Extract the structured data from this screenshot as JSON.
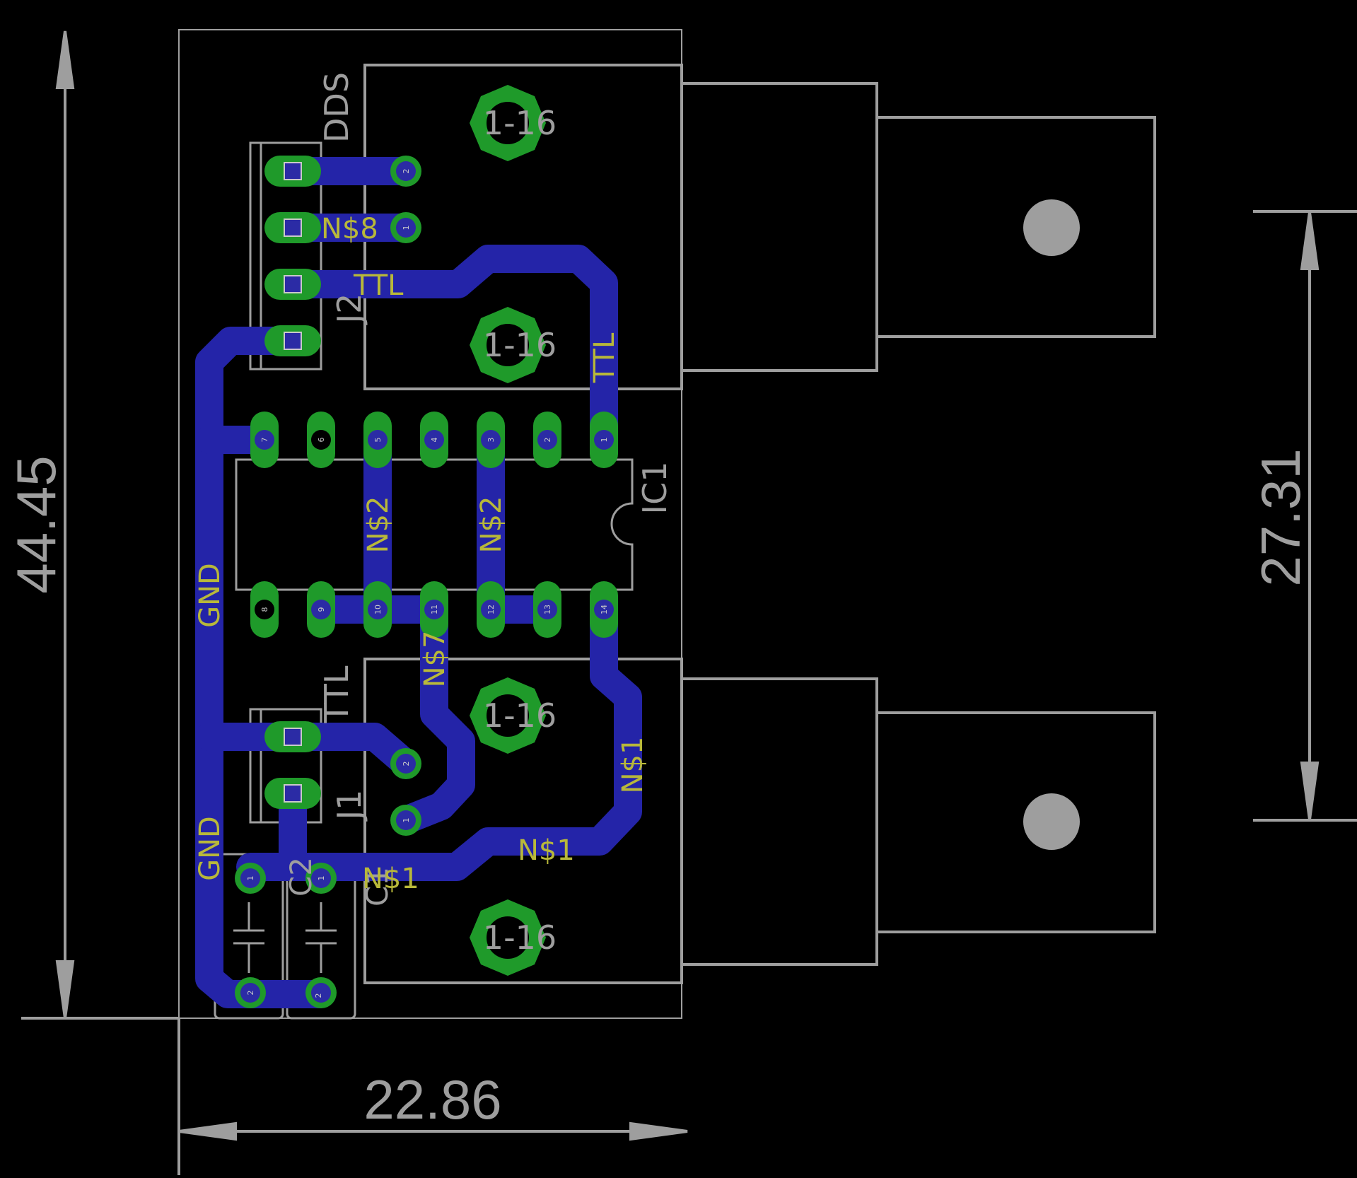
{
  "colors": {
    "background": "#000000",
    "outline": "#9e9e9e",
    "copper": "#2424a8",
    "pad": "#1f9a2a",
    "pad_center": "#2b2ba5",
    "label": "#b8b83a",
    "pin_text": "#c9c9c9"
  },
  "dimensions": {
    "board_height": "44.45",
    "board_width": "22.86",
    "connector_spacing": "27.31"
  },
  "components": {
    "connector_top_label": "DDS",
    "connector_bottom_label": "TTL",
    "header_top": "J2",
    "header_bottom": "J1",
    "ic": "IC1",
    "cap2": "C2",
    "cap1": "C1",
    "mount_hole_label": "1-16"
  },
  "nets": {
    "n8": "N$8",
    "ttl_a": "TTL",
    "ttl_b": "TTL",
    "gnd_a": "GND",
    "gnd_b": "GND",
    "n2_a": "N$2",
    "n2_b": "N$2",
    "n7": "N$7",
    "n1_a": "N$1",
    "n1_b": "N$1",
    "n1_c": "N$1"
  },
  "pins": {
    "ic_top": [
      "7",
      "6",
      "5",
      "4",
      "3",
      "2",
      "1"
    ],
    "ic_bottom": [
      "8",
      "9",
      "10",
      "11",
      "12",
      "13",
      "14"
    ],
    "j2_sma": [
      "2",
      "1"
    ],
    "j1_sma": [
      "2",
      "1"
    ],
    "c2": [
      "1",
      "2"
    ],
    "c1": [
      "1",
      "2"
    ]
  }
}
